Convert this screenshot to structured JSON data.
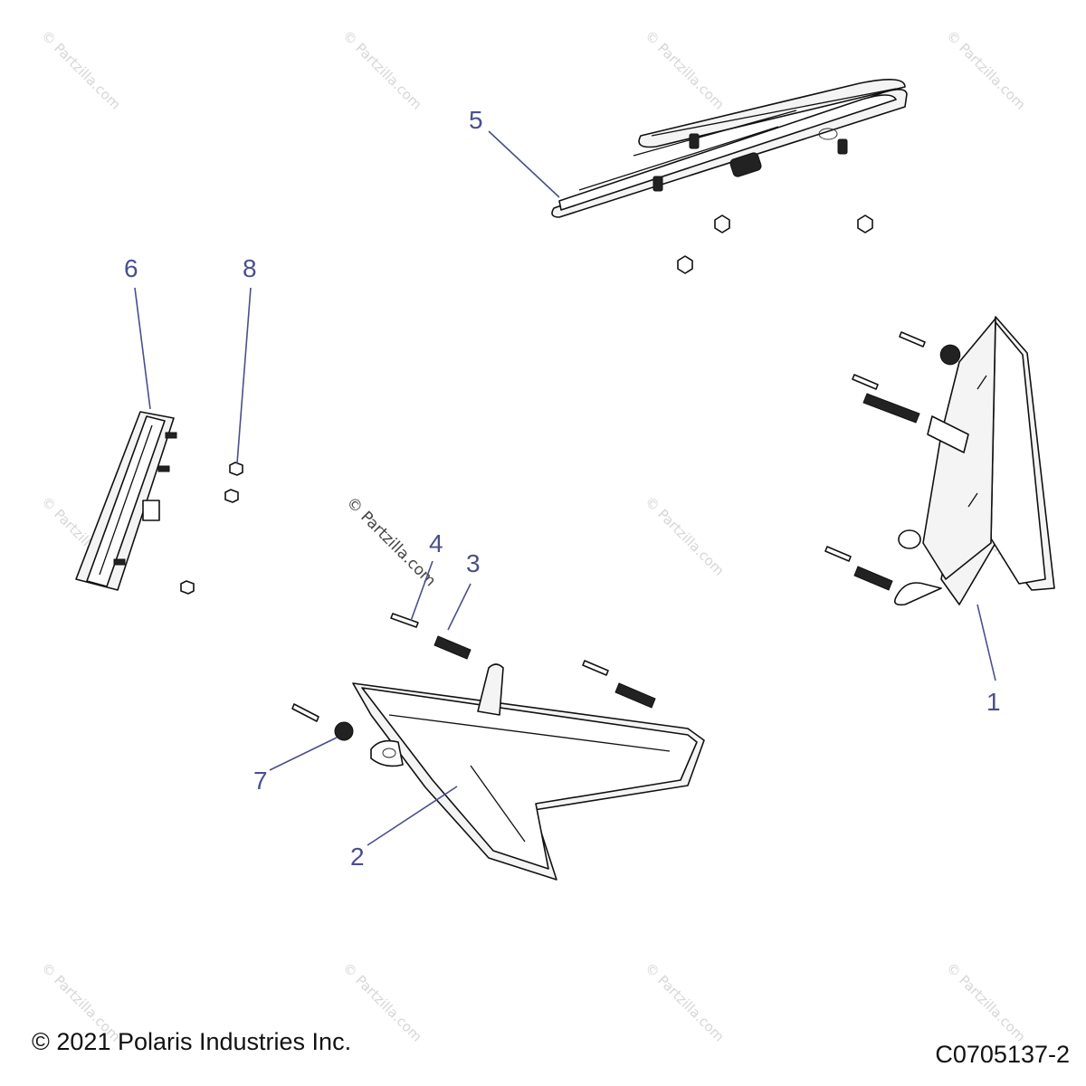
{
  "callouts": [
    {
      "id": "1",
      "label": "1"
    },
    {
      "id": "2",
      "label": "2"
    },
    {
      "id": "3",
      "label": "3"
    },
    {
      "id": "4",
      "label": "4"
    },
    {
      "id": "5",
      "label": "5"
    },
    {
      "id": "6",
      "label": "6"
    },
    {
      "id": "7",
      "label": "7"
    },
    {
      "id": "8",
      "label": "8"
    }
  ],
  "watermark": {
    "text": "© Partzilla.com"
  },
  "footer": {
    "copyright": "© 2021 Polaris Industries Inc.",
    "diagram_code": "C0705137-2"
  },
  "colors": {
    "callout": "#4a4f8c",
    "line": "#111111",
    "watermark": "#d6d6d6"
  }
}
